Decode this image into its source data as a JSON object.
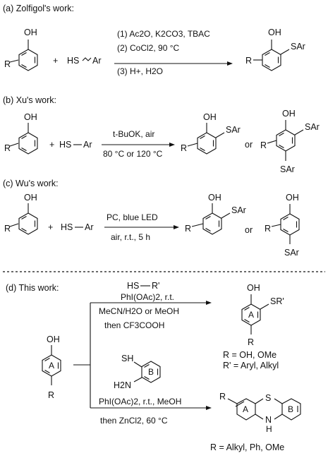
{
  "sections": {
    "a": {
      "heading": "(a) Zolfigol's work:",
      "substituent": "R",
      "oh": "OH",
      "plus": "+",
      "thiol": "HS",
      "ar": "Ar",
      "step1": "(1) Ac2O, K2CO3, TBAC",
      "step2": "(2) CoCl2, 90 °C",
      "step3": "(3) H+, H2O",
      "product_oh": "OH",
      "product_sar": "SAr",
      "product_r": "R"
    },
    "b": {
      "heading": "(b) Xu's work:",
      "substituent": "R",
      "oh": "OH",
      "plus": "+",
      "thiol": "HS",
      "ar": "Ar",
      "cond_top": "t-BuOK, air",
      "cond_bottom": "80 °C or 120 °C",
      "p1_oh": "OH",
      "p1_sar": "SAr",
      "p1_r": "R",
      "or": "or",
      "p2_oh": "OH",
      "p2_sar_top": "SAr",
      "p2_sar_bottom": "SAr",
      "p2_r": "R"
    },
    "c": {
      "heading": "(c) Wu's work:",
      "substituent": "R",
      "oh": "OH",
      "plus": "+",
      "thiol": "HS",
      "ar": "Ar",
      "cond_top": "PC, blue LED",
      "cond_bottom": "air, r.t., 5 h",
      "p1_oh": "OH",
      "p1_sar": "SAr",
      "p1_r": "R",
      "or": "or",
      "p2_oh": "OH",
      "p2_sar": "SAr",
      "p2_r": "R"
    },
    "d": {
      "heading": "(d) This work:",
      "sm_oh": "OH",
      "sm_ring": "A",
      "sm_r": "R",
      "upper": {
        "reagent_hs": "HS",
        "reagent_r": "R'",
        "c1": "PhI(OAc)2, r.t.",
        "c2": "MeCN/H2O or MeOH",
        "c3": "then CF3COOH",
        "prod_oh": "OH",
        "prod_sr": "SR'",
        "prod_ring": "A",
        "prod_r": "R",
        "scope1": "R = OH, OMe",
        "scope2": "R' = Aryl, Alkyl"
      },
      "lower": {
        "reagent_sh": "SH",
        "reagent_nh2": "H2N",
        "reagent_ring": "B",
        "c1": "PhI(OAc)2, r.t., MeOH",
        "c2": "then ZnCl2, 60 °C",
        "prod_r": "R",
        "prod_s": "S",
        "prod_nh": "N",
        "prod_h": "H",
        "prod_ring_a": "A",
        "prod_ring_b": "B",
        "scope": "R = Alkyl, Ph, OMe"
      }
    }
  }
}
